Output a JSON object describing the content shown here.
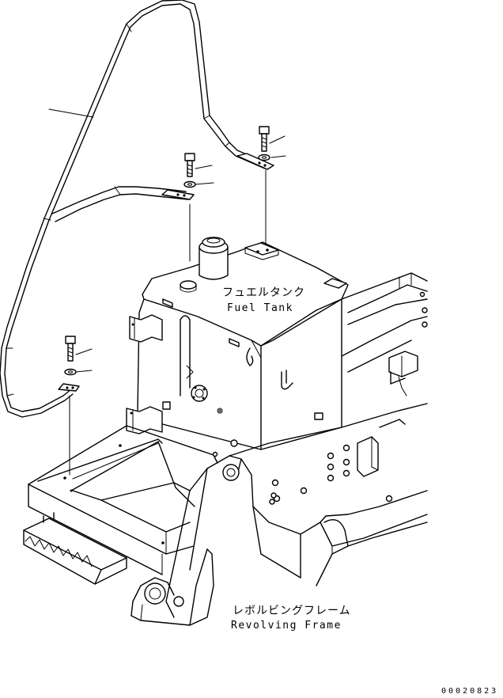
{
  "parts": {
    "fuel_tank": {
      "label_ja": "フュエルタンク",
      "label_en": "Fuel Tank"
    },
    "revolving_frame": {
      "label_ja": "レボルビングフレーム",
      "label_en": "Revolving Frame"
    }
  },
  "drawing_code": "00020823"
}
